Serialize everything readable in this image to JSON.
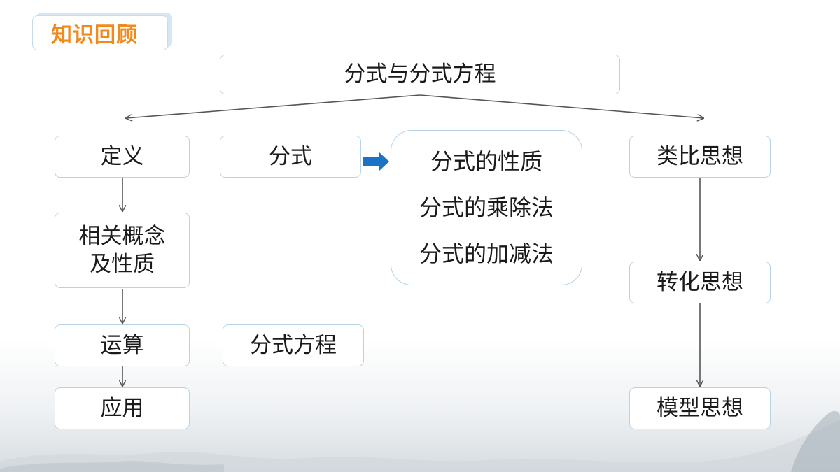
{
  "section_tag": "知识回顾",
  "root": "分式与分式方程",
  "nodes": {
    "definition": "定义",
    "concepts": [
      "相关概念",
      "及性质"
    ],
    "operations": "运算",
    "application": "应用",
    "fraction": "分式",
    "fraction_topics": [
      "分式的性质",
      "分式的乘除法",
      "分式的加减法"
    ],
    "fractional_equation": "分式方程",
    "analogy": "类比思想",
    "transformation": "转化思想",
    "model": "模型思想"
  },
  "colors": {
    "tag_text": "#f08a1c",
    "box_border": "#b9d3e6",
    "arrow_line": "#555555",
    "accent_arrow": "#1a73c6"
  }
}
